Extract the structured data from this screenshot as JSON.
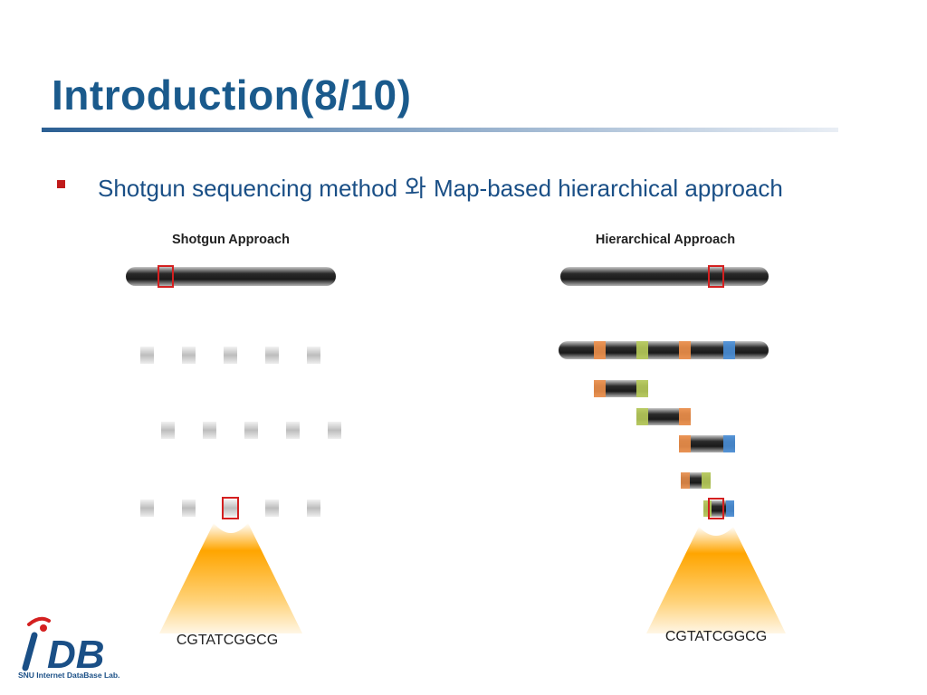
{
  "slide": {
    "title": "Introduction(8/10)",
    "bullet": {
      "part1": "Shotgun sequencing method",
      "part2": "와",
      "part3": "Map-based hierarchical approach"
    }
  },
  "diagram": {
    "shotgun": {
      "label": "Shotgun Approach",
      "sequence": "CGTATCGGCG"
    },
    "hierarchical": {
      "label": "Hierarchical Approach",
      "sequence": "CGTATCGGCG"
    },
    "colors": {
      "orange": "#f0904a",
      "green": "#b8cc5a",
      "blue": "#4a8fd8",
      "highlight": "#d42020",
      "cone": "#ffb020"
    }
  },
  "logo": {
    "letters": "DB",
    "subtitle": "SNU Internet DataBase Lab."
  }
}
